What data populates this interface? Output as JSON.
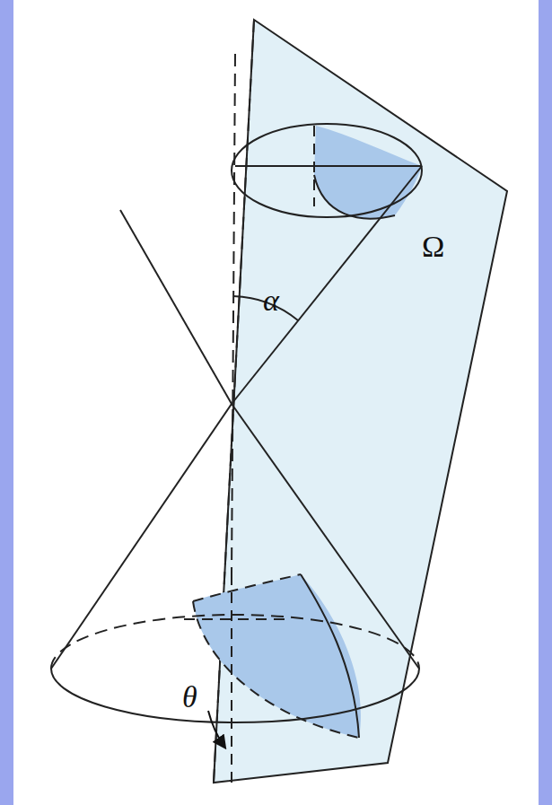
{
  "diagram": {
    "labels": [
      "Ω",
      "α",
      "θ"
    ]
  }
}
